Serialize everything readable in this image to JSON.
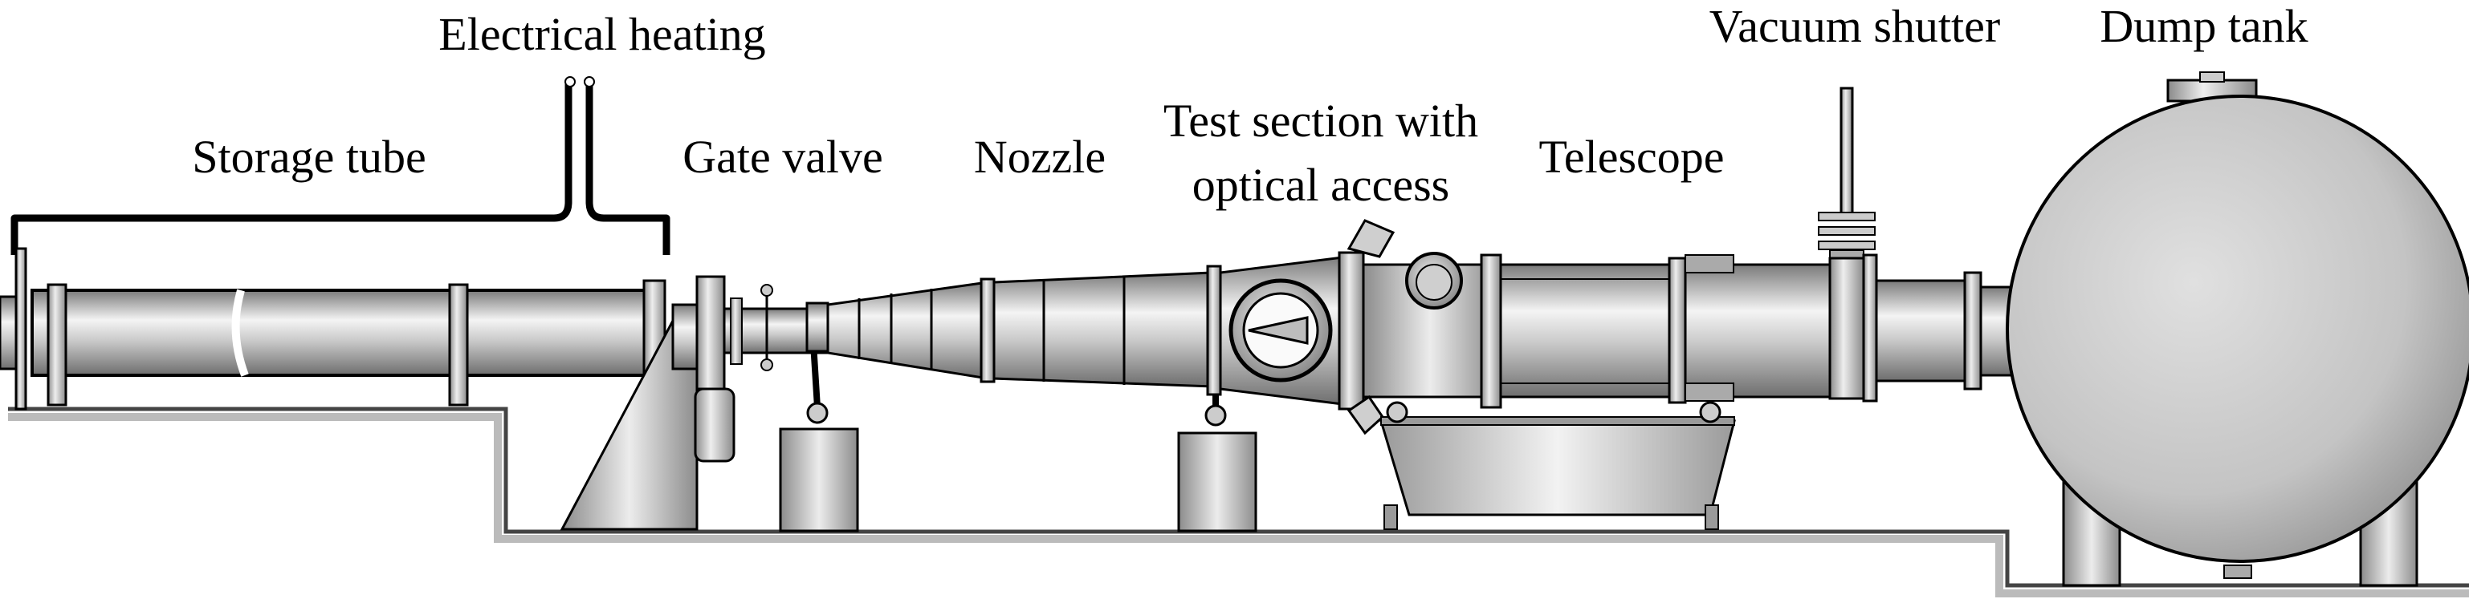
{
  "labels": {
    "storage_tube": "Storage tube",
    "electrical_heating": "Electrical heating",
    "gate_valve": "Gate valve",
    "nozzle": "Nozzle",
    "test_section_line1": "Test section with",
    "test_section_line2": "optical access",
    "telescope": "Telescope",
    "vacuum_shutter": "Vacuum shutter",
    "dump_tank": "Dump tank"
  },
  "colors": {
    "metal_light": "#f2f2f2",
    "metal_mid": "#b9b9b9",
    "metal_dark": "#7a7a7a",
    "outline": "#000000",
    "floor_line": "#444444"
  }
}
